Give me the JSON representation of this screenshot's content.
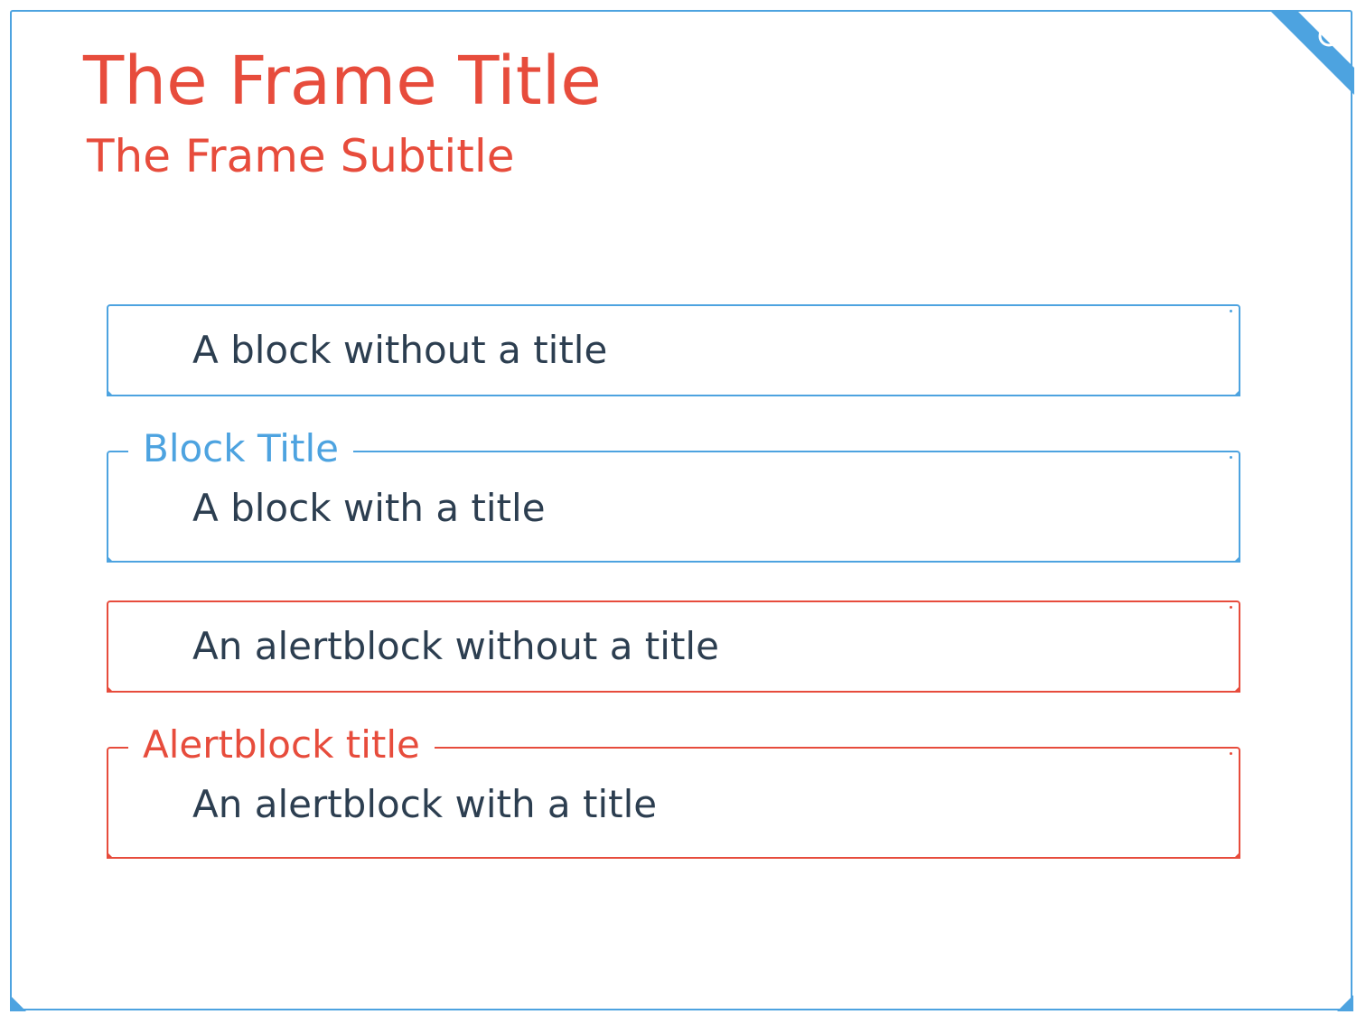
{
  "colors": {
    "primary": "#4da3e0",
    "alert": "#e74c3c",
    "text": "#2c3e50",
    "background": "#ffffff"
  },
  "frame": {
    "title": "The Frame Title",
    "subtitle": "The Frame Subtitle",
    "corner_icon": "target-icon"
  },
  "blocks": [
    {
      "kind": "block",
      "title": "",
      "body": "A block without a title"
    },
    {
      "kind": "block",
      "title": "Block Title",
      "body": "A block with a title"
    },
    {
      "kind": "alertblock",
      "title": "",
      "body": "An alertblock without a title"
    },
    {
      "kind": "alertblock",
      "title": "Alertblock title",
      "body": "An alertblock with a title"
    }
  ]
}
